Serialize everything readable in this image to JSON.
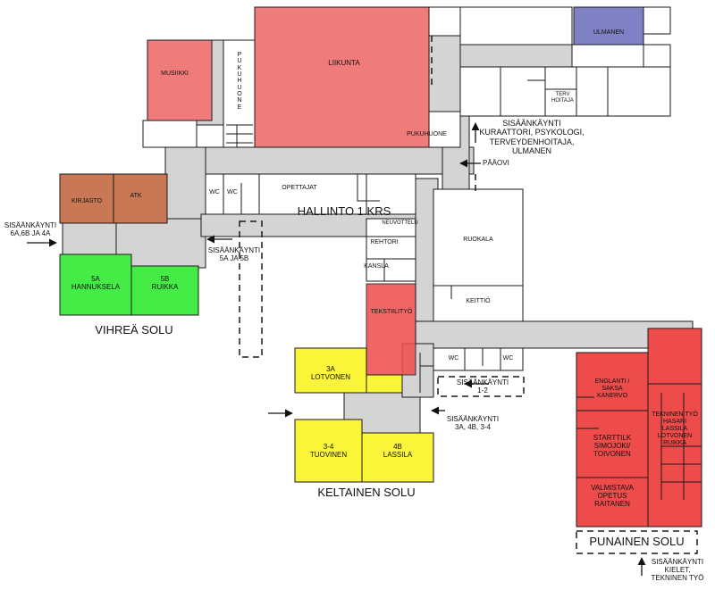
{
  "colors": {
    "corridor": "#d4d4d4",
    "wall": "#1a1a1a",
    "gym_red": "#f07b7b",
    "brown": "#c97855",
    "green": "#46ec46",
    "yellow": "#fbf53a",
    "red": "#ee4b4b",
    "purple": "#8080c4",
    "white": "#ffffff"
  },
  "rooms": {
    "liikunta": "LIIKUNTA",
    "musiikki": "MUSIIKKI",
    "pukuhuone_vertical": "P\nU\nK\nU\nH\nU\nO\nN\nE",
    "pukuhuone": "PUKUHUONE",
    "ulmanen": "ULMANEN",
    "terv_hoitaja": "TERV\nHOITAJA",
    "kirjasto": "KIRJASTO",
    "atk": "ATK",
    "wc1": "WC",
    "wc2": "WC",
    "opettajat": "OPETTAJAT",
    "neuvottelu": "NEUVOTTELU",
    "rehtori": "REHTORI",
    "kansla": "KANSLA",
    "ruokala": "RUOKALA",
    "keittio": "KEITTIÖ",
    "tekstiilityo": "TEKSTIILITYÖ",
    "wc3": "WC",
    "wc4": "WC",
    "room_5a": "5A\nHANNUKSELA",
    "room_5b": "5B\nRUIKKA",
    "room_3a": "3A\nLOTVONEN",
    "room_34": "3-4\nTUOVINEN",
    "room_4b": "4B\nLASSILA",
    "englanti": "ENGLANTI /\nSAKSA\nKANERVO",
    "starttilk": "STARTTILK\nSIMOJOKI/\nTOIVONEN",
    "valmistava": "VALMISTAVA\nOPETUS\nRAITANEN",
    "tekninen": "TEKNINEN TYÖ\nHASARI\nLASSILA\nLOTVONEN\nRUIKKA"
  },
  "labels": {
    "hallinto": "HALLINTO 1.KRS",
    "vihrea": "VIHREÄ SOLU",
    "keltainen": "KELTAINEN SOLU",
    "punainen": "PUNAINEN SOLU",
    "paaovi": "PÄÄOVI",
    "ent_kuraattori": "SISÄÄNKÄYNTI\nKURAATTORI, PSYKOLOGI,\nTERVEYDENHOITAJA,\nULMANEN",
    "ent_6a": "SISÄÄNKÄYNTI\n6A,6B JA 4A",
    "ent_5a": "SISÄÄNKÄYNTI\n5A JA 5B",
    "ent_12": "SISÄÄNKÄYNTI\n1-2",
    "ent_3a": "SISÄÄNKÄYNTI\n3A, 4B, 3-4",
    "ent_kielet": "SISÄÄNKÄYNTI\nKIELET,\nTEKNINEN TYÖ"
  }
}
